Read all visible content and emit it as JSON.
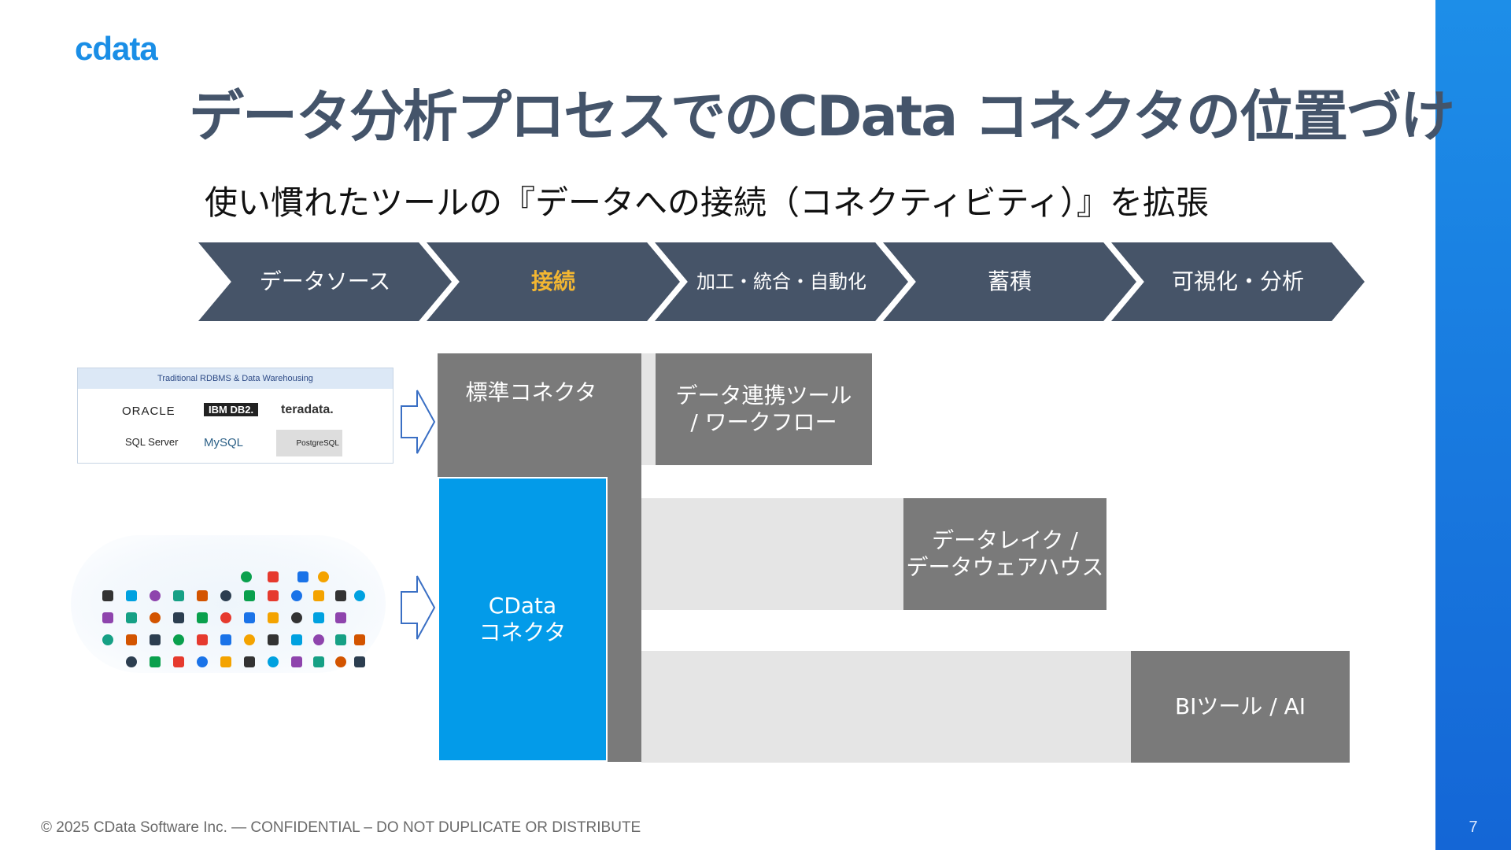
{
  "logo": {
    "text": "cdata"
  },
  "title": "データ分析プロセスでのCData コネクタの位置づけ",
  "subtitle": "使い慣れたツールの『データへの接続（コネクティビティ）』を拡張",
  "process_steps": [
    {
      "label": "データソース"
    },
    {
      "label": "接続",
      "highlight_color": "#f2b632"
    },
    {
      "label": "加工・統合・自動化"
    },
    {
      "label": "蓄積"
    },
    {
      "label": "可視化・分析"
    }
  ],
  "sources": {
    "rdbms_title": "Traditional RDBMS & Data Warehousing",
    "rdbms_logos": [
      "ORACLE",
      "IBM DB2.",
      "teradata.",
      "SQL Server",
      "MySQL",
      "PostgreSQL"
    ],
    "cloud_icons": "saas-app-logos"
  },
  "blocks": {
    "standard_connector": "標準コネクタ",
    "cdata_connector": "CData\nコネクタ",
    "workflow_tool": "データ連携ツール\n/ ワークフロー",
    "datalake": "データレイク /\nデータウェアハウス",
    "bi": "BIツール / AI"
  },
  "colors": {
    "chevron": "#465468",
    "accent_blue": "#039be9",
    "block_gray": "#7a7a7a",
    "band_light": "#e5e5e5",
    "title": "#44546a"
  },
  "footer": "© 2025 CData Software Inc. — CONFIDENTIAL – DO NOT DUPLICATE OR DISTRIBUTE",
  "page_number": "7"
}
